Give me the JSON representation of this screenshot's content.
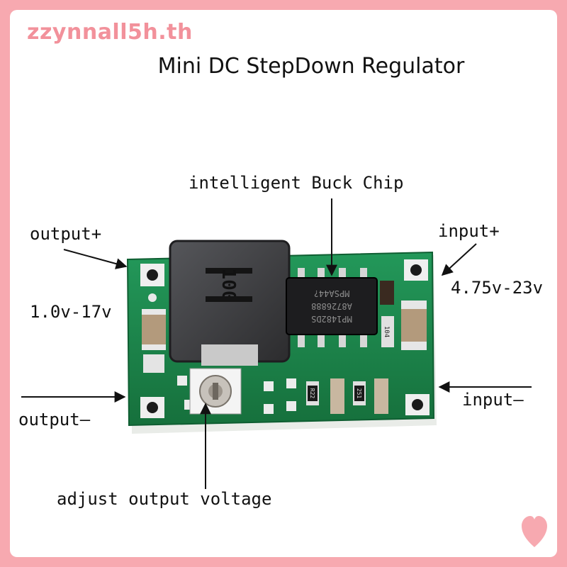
{
  "brand": {
    "watermark": "zzynnall5h.th"
  },
  "title": "Mini DC StepDown Regulator",
  "labels": {
    "chip": "intelligent Buck Chip",
    "output_plus": "output+",
    "input_plus": "input+",
    "output_range": "1.0v-17v",
    "input_range": "4.75v-23v",
    "output_minus": "output—",
    "input_minus": "input—",
    "adjust": "adjust output voltage"
  },
  "chip_markings": [
    "MPSA44?",
    "A8726888",
    "MP1482DS"
  ],
  "inductor_code": "100",
  "smd_labels": [
    "R22",
    "251",
    "104"
  ],
  "colors": {
    "background": "#f7a9b0",
    "pcb": "#1f8a4c",
    "pcb_edge": "#0f5e32",
    "inductor": "#3a3a3c",
    "chip": "#1d1d1f",
    "capacitor": "#b39a7c",
    "pad": "#e6e6e6",
    "watermark": "#f2919b"
  }
}
